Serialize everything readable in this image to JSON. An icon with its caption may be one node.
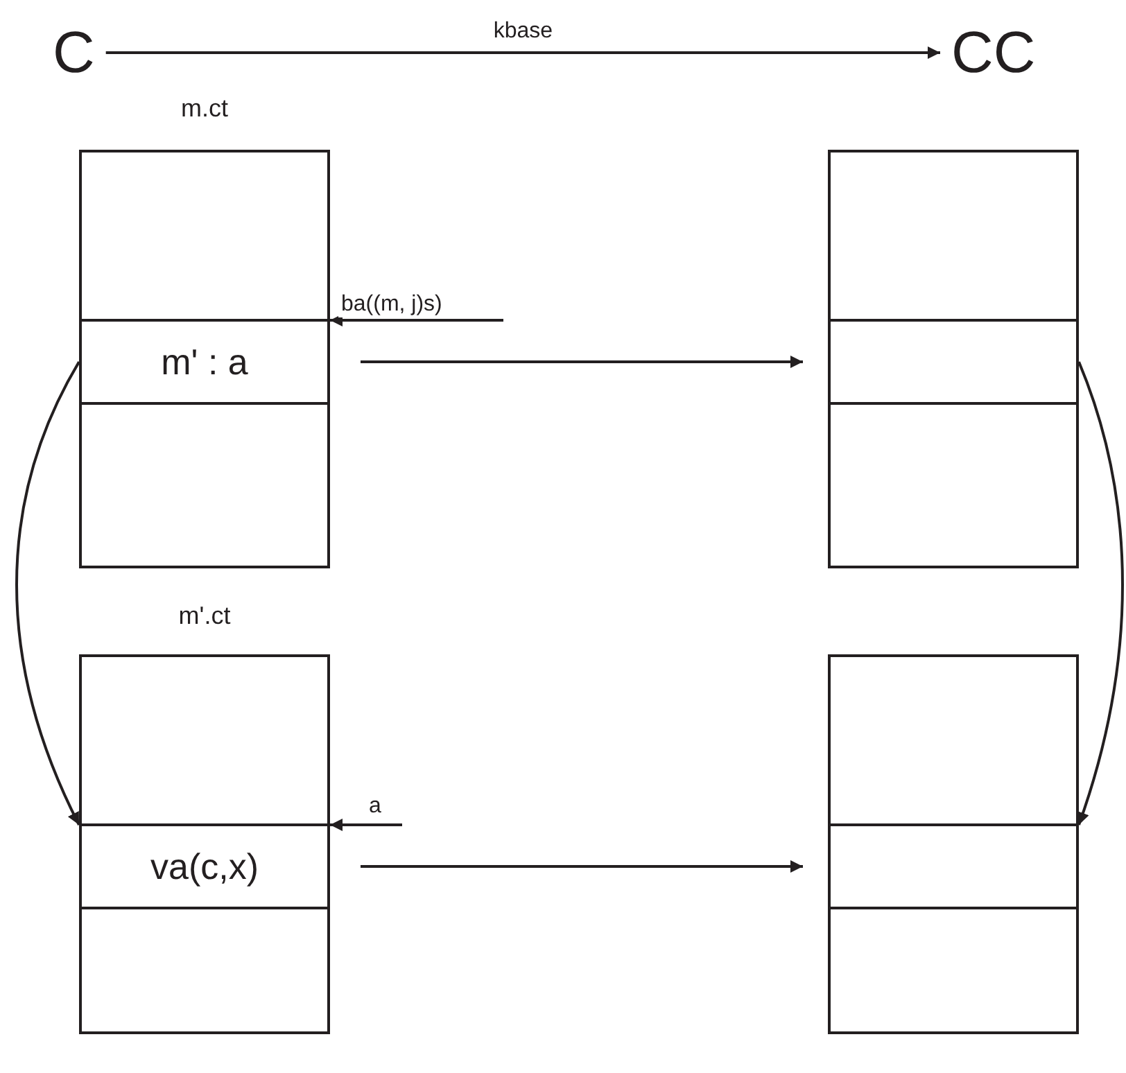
{
  "diagram": {
    "nodes": [
      {
        "text": [
          "C"
        ]
      },
      {
        "text": [
          "CC"
        ]
      },
      {
        "text": [
          "m.ct"
        ]
      },
      {
        "text": [],
        "shape": "box",
        "in": 2
      },
      {
        "text": [
          "m' : a"
        ],
        "in": 2
      },
      {
        "text": [],
        "shape": "box",
        "in": 2
      },
      {
        "text": [],
        "shape": "box"
      },
      {
        "text": [],
        "shape": "box",
        "in": 6
      },
      {
        "text": [],
        "shape": "box",
        "in": 6
      },
      {
        "text": [],
        "shape": "box",
        "in": 6
      },
      {
        "text": [
          "m'.ct"
        ]
      },
      {
        "text": [],
        "shape": "box",
        "in": 10
      },
      {
        "text": [
          "va(c,x)"
        ],
        "in": 10
      },
      {
        "text": [],
        "shape": "box",
        "in": 10
      },
      {
        "text": [],
        "shape": "box"
      },
      {
        "text": [],
        "shape": "box",
        "in": 14
      },
      {
        "text": [],
        "shape": "box",
        "in": 14
      },
      {
        "text": [],
        "shape": "box",
        "in": 14
      }
    ],
    "edges": [
      {
        "from": 0,
        "to": 1,
        "arrow": "to",
        "label": "kbase"
      },
      {
        "from": null,
        "to": 4,
        "arrow": "to",
        "label": "ba((m, j)s)"
      },
      {
        "from": 4,
        "to": 8,
        "arrow": "to"
      },
      {
        "from": 4,
        "to": 12,
        "arrow": "to"
      },
      {
        "from": null,
        "to": 12,
        "arrow": "to",
        "label": "a"
      },
      {
        "from": 12,
        "to": 16,
        "arrow": "to"
      },
      {
        "from": 8,
        "to": 16,
        "arrow": "to"
      }
    ]
  }
}
